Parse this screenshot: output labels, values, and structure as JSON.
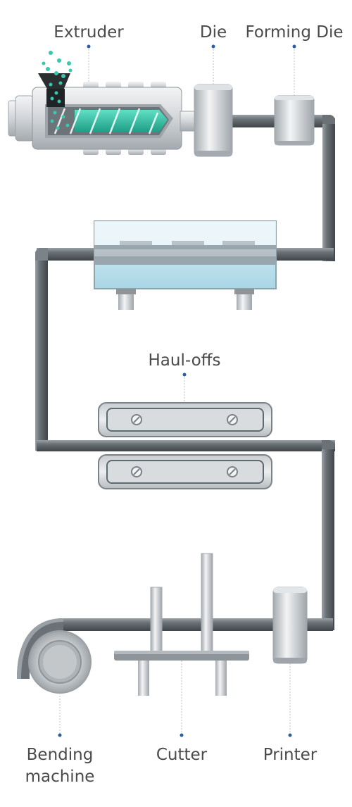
{
  "labels": {
    "extruder": "Extruder",
    "die": "Die",
    "forming_die": "Forming Die",
    "haul_offs": "Haul-offs",
    "bending_line1": "Bending",
    "bending_line2": "machine",
    "cutter": "Cutter",
    "printer": "Printer"
  },
  "colors": {
    "pipe": "#555b60",
    "pipe_highlight": "#8d949a",
    "steel_light": "#e9ebed",
    "steel_mid": "#c3c8cc",
    "steel_dark": "#8a9096",
    "screw": "#2ec4a6",
    "pellets": "#39c7b0",
    "water": "#bfe2ee",
    "leader_dot": "#2d5fa0"
  }
}
